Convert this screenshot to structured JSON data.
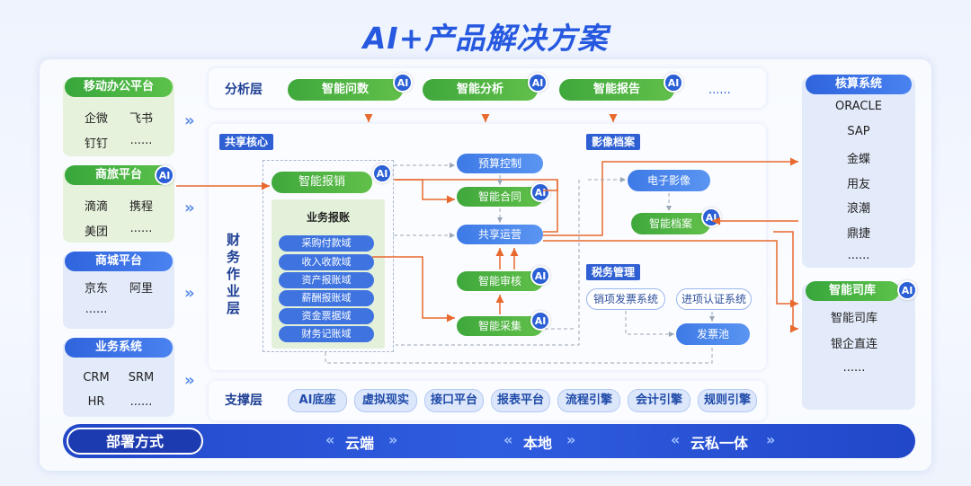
{
  "title": "AI+产品解决方案",
  "ai_badge": "AI",
  "left": {
    "mobile": {
      "title": "移动办公平台",
      "items": [
        "企微",
        "飞书",
        "钉钉",
        "......"
      ]
    },
    "travel": {
      "title": "商旅平台",
      "items": [
        "滴滴",
        "携程",
        "美团",
        "......"
      ]
    },
    "mall": {
      "title": "商城平台",
      "items": [
        "京东",
        "阿里",
        "......"
      ]
    },
    "business": {
      "title": "业务系统",
      "items": [
        "CRM",
        "SRM",
        "HR",
        "......"
      ]
    }
  },
  "analysis": {
    "label": "分析层",
    "items": [
      "智能问数",
      "智能分析",
      "智能报告"
    ],
    "more": "......"
  },
  "shared_core": {
    "tag": "共享核心",
    "side_label": "财务作业层"
  },
  "expense": {
    "main": "智能报销",
    "panel_title": "业务报账",
    "domains": [
      "采购付款域",
      "收入收款域",
      "资产报账域",
      "薪酬报账域",
      "资金票据域",
      "财务记账域"
    ]
  },
  "center": {
    "items": [
      "预算控制",
      "智能合同",
      "共享运营",
      "智能审核",
      "智能采集"
    ]
  },
  "image": {
    "tag": "影像档案",
    "items": [
      "电子影像",
      "智能档案"
    ]
  },
  "tax": {
    "tag": "税务管理",
    "items": [
      "销项发票系统",
      "进项认证系统",
      "发票池"
    ]
  },
  "support": {
    "label": "支撑层",
    "items": [
      "AI底座",
      "虚拟现实",
      "接口平台",
      "报表平台",
      "流程引擎",
      "会计引擎",
      "规则引擎"
    ]
  },
  "right": {
    "accounting": {
      "title": "核算系统",
      "items": [
        "ORACLE",
        "SAP",
        "金蝶",
        "用友",
        "浪潮",
        "鼎捷",
        "......"
      ]
    },
    "treasury": {
      "title": "智能司库",
      "items": [
        "智能司库",
        "银企直连",
        "......"
      ]
    }
  },
  "deploy": {
    "title": "部署方式",
    "items": [
      "云端",
      "本地",
      "云私一体"
    ]
  },
  "colors": {
    "primary_blue": "#2659e0",
    "green": "#3fa83c",
    "orange_arrow": "#e8692e"
  }
}
